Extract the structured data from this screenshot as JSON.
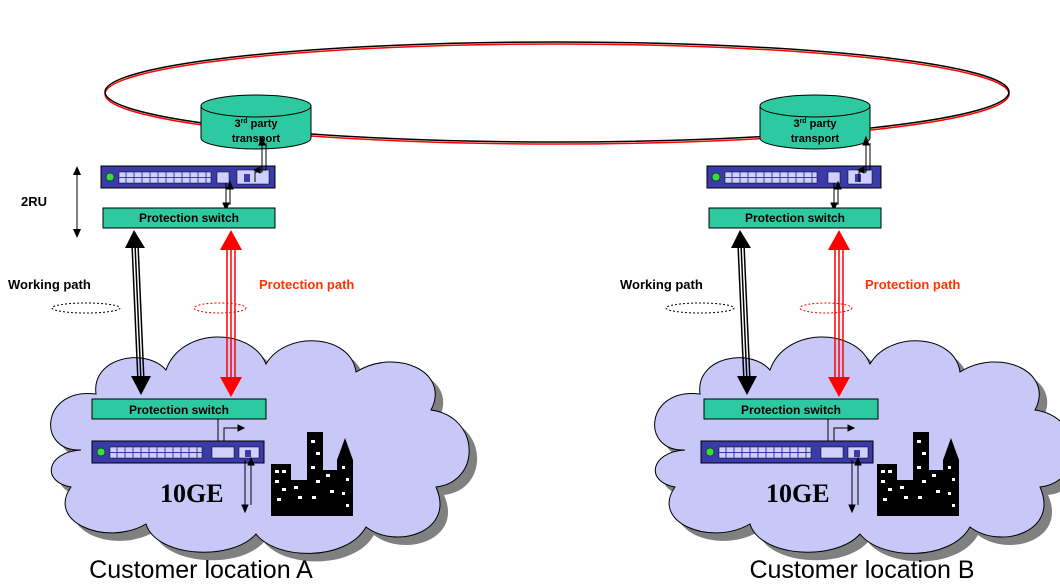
{
  "ring": {
    "stroke_color": "#000000",
    "accent_color": "#ff0000"
  },
  "side_label": "2RU",
  "colors": {
    "box_fill": "#2dc9a0",
    "cloud_fill": "#c8c8f8",
    "device_fill": "#3a3aa8",
    "led_fill": "#34e034",
    "protection_red": "#ff0000",
    "protection_label": "#ff3300"
  },
  "sites": [
    {
      "transport_line1": "3",
      "transport_sup": "rd",
      "transport_line1_rest": " party",
      "transport_line2": "transport",
      "top_switch_label": "Protection switch",
      "working_label": "Working path",
      "protection_label": "Protection path",
      "bottom_switch_label": "Protection switch",
      "link_label": "10GE",
      "caption": "Customer location A"
    },
    {
      "transport_line1": "3",
      "transport_sup": "rd",
      "transport_line1_rest": " party",
      "transport_line2": "transport",
      "top_switch_label": "Protection switch",
      "working_label": "Working path",
      "protection_label": "Protection path",
      "bottom_switch_label": "Protection switch",
      "link_label": "10GE",
      "caption": "Customer location B"
    }
  ]
}
